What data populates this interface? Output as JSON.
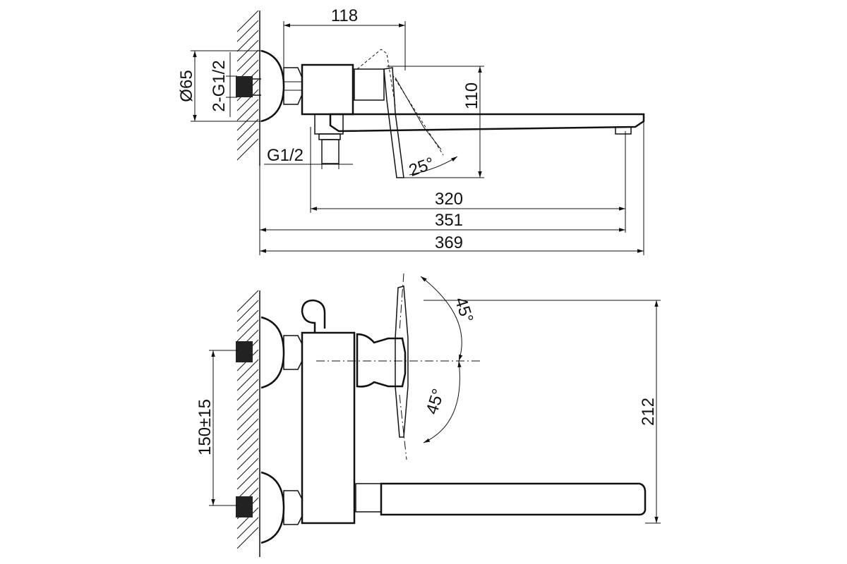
{
  "top_view": {
    "dim_width_top": "118",
    "dim_diameter": "Ø65",
    "dim_inlet_thread": "2-G1/2",
    "dim_height": "110",
    "dim_bottom_thread": "G1/2",
    "dim_angle": "25°",
    "dim_len_1": "320",
    "dim_len_2": "351",
    "dim_len_3": "369"
  },
  "front_view": {
    "dim_angle_up": "45°",
    "dim_angle_down": "45°",
    "dim_inlet_spacing": "150±15",
    "dim_total_height": "212"
  }
}
